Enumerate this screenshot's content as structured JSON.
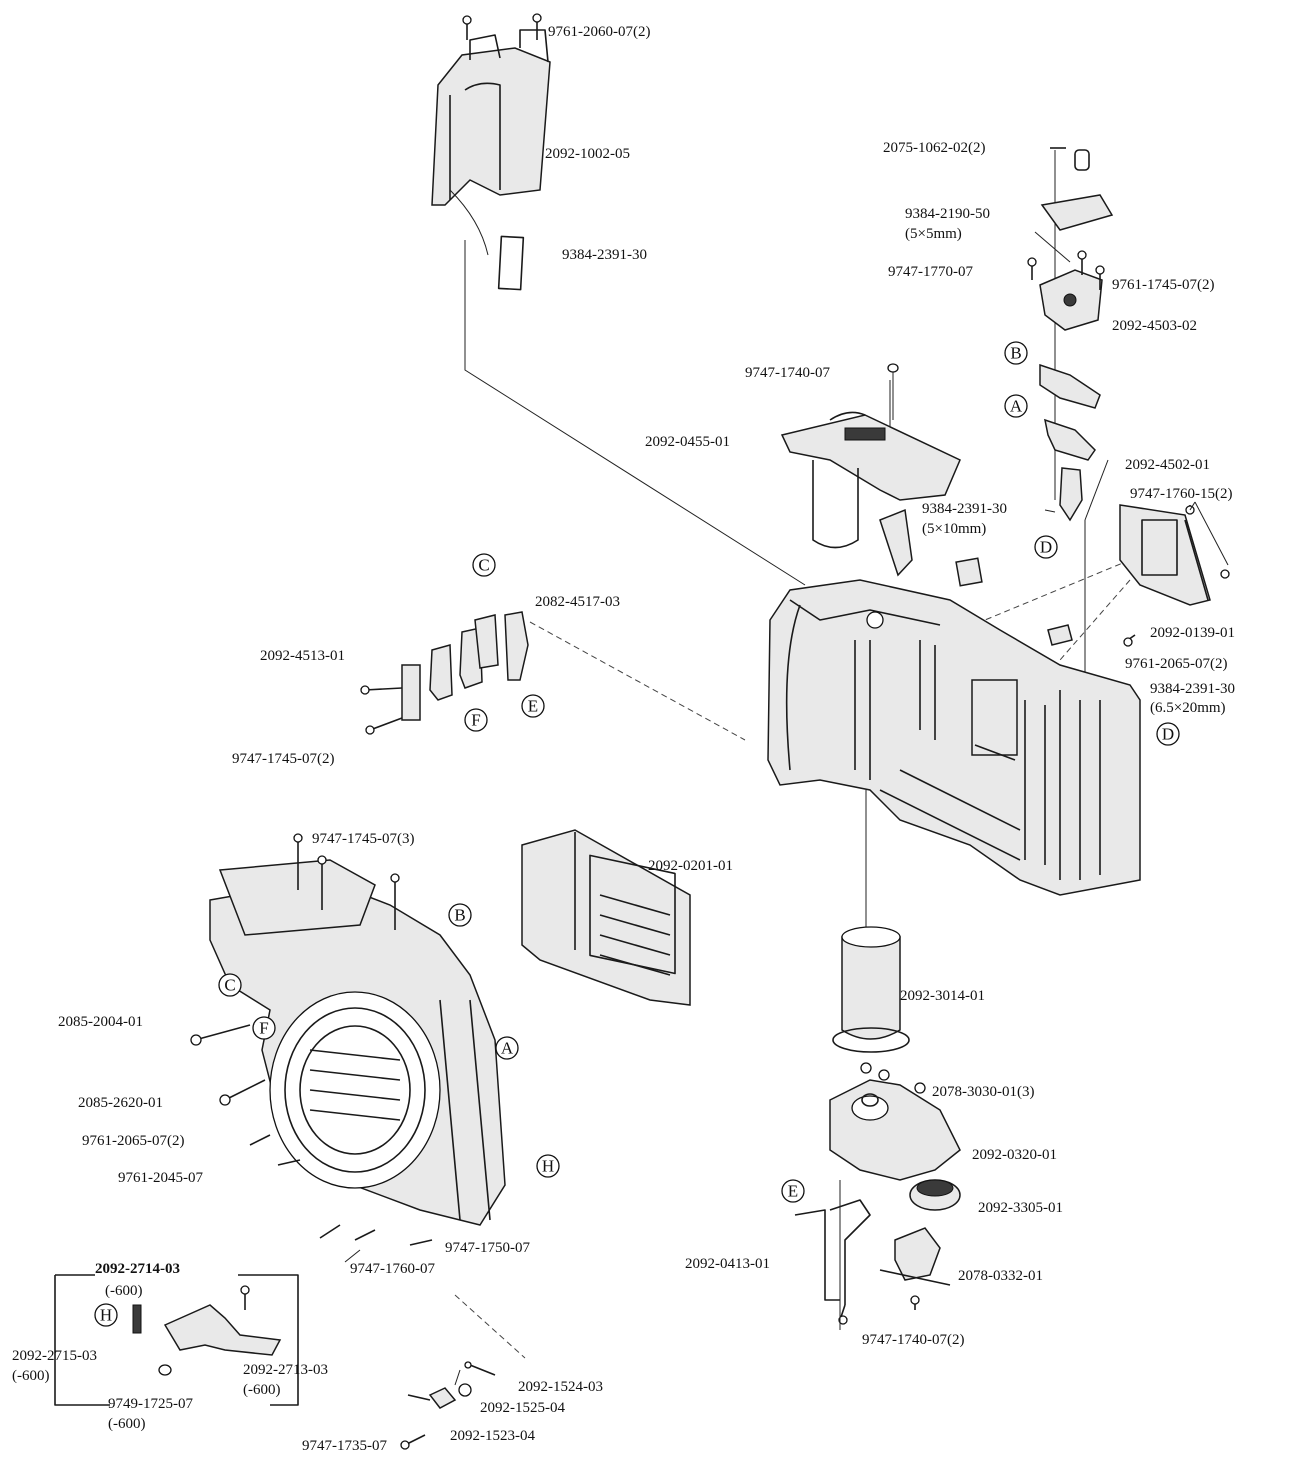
{
  "part_numbers": {
    "p01": "9761-2060-07(2)",
    "p02": "2092-1002-05",
    "p03": "9384-2391-30",
    "p04": "2075-1062-02(2)",
    "p05": "9384-2190-50",
    "p05s": "(5×5mm)",
    "p06": "9747-1770-07",
    "p07": "9761-1745-07(2)",
    "p08": "2092-4503-02",
    "p09": "9747-1740-07",
    "p10": "2092-0455-01",
    "p11": "2092-4502-01",
    "p12": "9384-2391-30",
    "p12s": "(5×10mm)",
    "p13": "9747-1760-15(2)",
    "p14": "2082-4517-03",
    "p15": "2092-4513-01",
    "p16": "2092-0139-01",
    "p17": "9761-2065-07(2)",
    "p18": "9384-2391-30",
    "p18s": "(6.5×20mm)",
    "p19": "9747-1745-07(2)",
    "p20": "9747-1745-07(3)",
    "p21": "2092-0201-01",
    "p22": "2085-2004-01",
    "p23": "2092-3014-01",
    "p24": "2085-2620-01",
    "p25": "2078-3030-01(3)",
    "p26": "9761-2065-07(2)",
    "p27": "2092-0320-01",
    "p28": "9761-2045-07",
    "p29": "2092-3305-01",
    "p30": "9747-1750-07",
    "p31": "9747-1760-07",
    "p32": "2092-0413-01",
    "p33": "2078-0332-01",
    "p34": "2092-2714-03",
    "p34s": "(-600)",
    "p35": "9747-1740-07(2)",
    "p36": "2092-2715-03",
    "p36s": "(-600)",
    "p37": "2092-2713-03",
    "p37s": "(-600)",
    "p38": "9749-1725-07",
    "p38s": "(-600)",
    "p39": "2092-1524-03",
    "p40": "2092-1525-04",
    "p41": "2092-1523-04",
    "p42": "9747-1735-07"
  },
  "reference_letters": {
    "A": "A",
    "B": "B",
    "C": "C",
    "D": "D",
    "E": "E",
    "F": "F",
    "H": "H"
  }
}
